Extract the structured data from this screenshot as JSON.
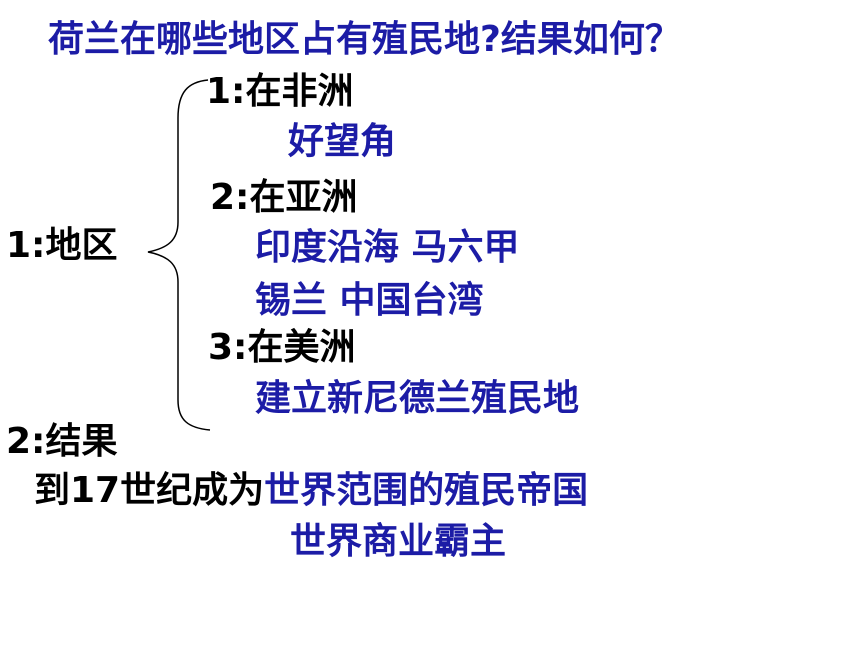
{
  "title": "荷兰在哪些地区占有殖民地?结果如何？",
  "region": {
    "label": "1:地区",
    "africa": {
      "heading": "1:在非洲",
      "place": "好望角"
    },
    "asia": {
      "heading": "2:在亚洲",
      "line1": "印度沿海 马六甲",
      "line2": "锡兰 中国台湾"
    },
    "america": {
      "heading": "3:在美洲",
      "line1": "建立新尼德兰殖民地"
    }
  },
  "result": {
    "label": "2:结果",
    "line1_black": "到17世纪成为",
    "line1_blue": "世界范围的殖民帝国",
    "line2": "世界商业霸主"
  },
  "colors": {
    "blue_text": "#1c1ca6",
    "black_text": "#000000",
    "brace": "#000000"
  }
}
